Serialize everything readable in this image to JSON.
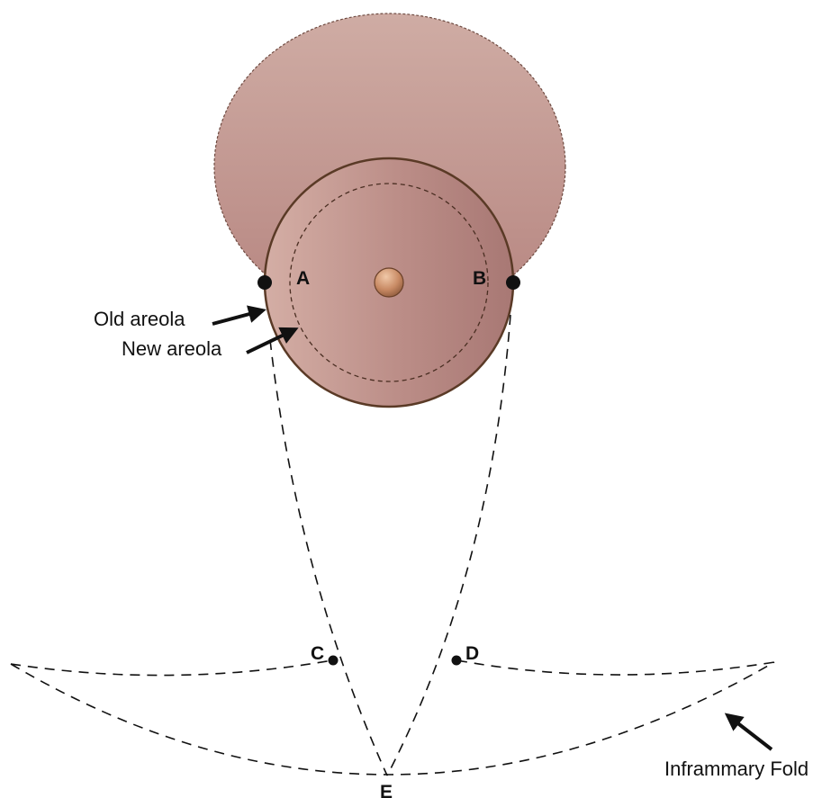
{
  "labels": {
    "point_a": "A",
    "point_b": "B",
    "point_c": "C",
    "point_d": "D",
    "point_e": "E"
  },
  "annotations": {
    "old_areola": "Old areola",
    "new_areola": "New areola",
    "inframammary_fold": "Inframmary Fold"
  },
  "colors": {
    "skin_light": "#cfa8a0",
    "skin_dark": "#b88480",
    "areola_light": "#d2aba2",
    "areola_mid": "#b98b86",
    "areola_dark": "#a97a76",
    "areola_border": "#5a3a26",
    "nipple_light": "#e0b090",
    "nipple_dark": "#9a6040",
    "ink": "#111111"
  }
}
